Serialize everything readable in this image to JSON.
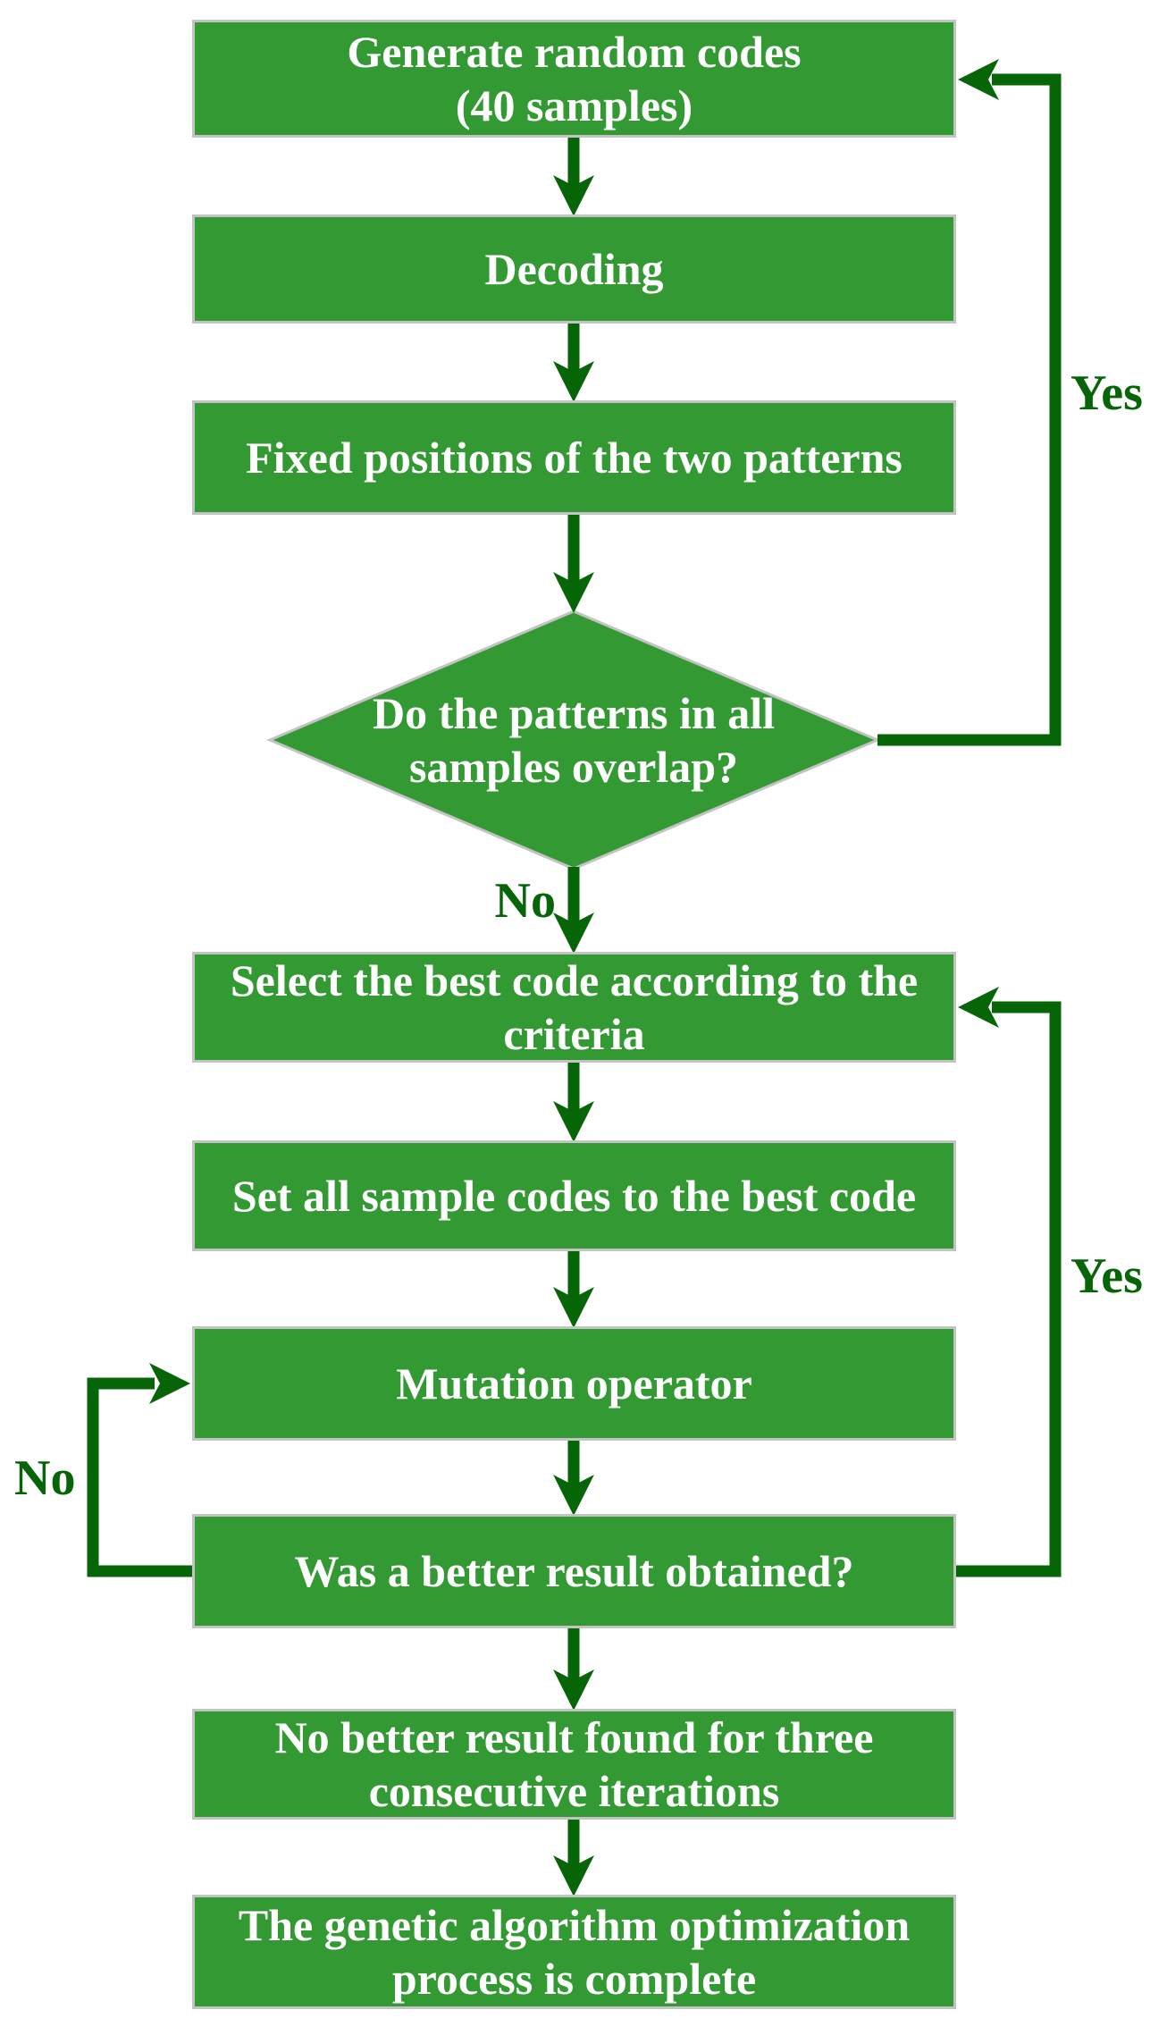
{
  "flowchart": {
    "nodes": [
      {
        "id": "generate",
        "type": "process",
        "lines": [
          "Generate random codes",
          "(40 samples)"
        ]
      },
      {
        "id": "decoding",
        "type": "process",
        "lines": [
          "Decoding"
        ]
      },
      {
        "id": "fixed-positions",
        "type": "process",
        "lines": [
          "Fixed positions of the two patterns"
        ]
      },
      {
        "id": "overlap-decision",
        "type": "decision",
        "lines": [
          "Do the patterns in all",
          "samples overlap?"
        ]
      },
      {
        "id": "select-best",
        "type": "process",
        "lines": [
          "Select the best code according to the",
          "criteria"
        ]
      },
      {
        "id": "set-all",
        "type": "process",
        "lines": [
          "Set all sample codes to the best code"
        ]
      },
      {
        "id": "mutation",
        "type": "process",
        "lines": [
          "Mutation operator"
        ]
      },
      {
        "id": "better-result",
        "type": "process",
        "lines": [
          "Was a better result obtained?"
        ]
      },
      {
        "id": "no-better-three",
        "type": "process",
        "lines": [
          "No better result found for three",
          "consecutive iterations"
        ]
      },
      {
        "id": "complete",
        "type": "process",
        "lines": [
          "The genetic algorithm optimization",
          "process is complete"
        ]
      }
    ],
    "edges": [
      {
        "from": "generate",
        "to": "decoding",
        "label": ""
      },
      {
        "from": "decoding",
        "to": "fixed-positions",
        "label": ""
      },
      {
        "from": "fixed-positions",
        "to": "overlap-decision",
        "label": ""
      },
      {
        "from": "overlap-decision",
        "to": "select-best",
        "label": "No"
      },
      {
        "from": "overlap-decision",
        "to": "generate",
        "label": "Yes"
      },
      {
        "from": "select-best",
        "to": "set-all",
        "label": ""
      },
      {
        "from": "set-all",
        "to": "mutation",
        "label": ""
      },
      {
        "from": "mutation",
        "to": "better-result",
        "label": ""
      },
      {
        "from": "better-result",
        "to": "select-best",
        "label": "Yes"
      },
      {
        "from": "better-result",
        "to": "mutation",
        "label": "No"
      },
      {
        "from": "better-result",
        "to": "no-better-three",
        "label": ""
      },
      {
        "from": "no-better-three",
        "to": "complete",
        "label": ""
      }
    ],
    "colors": {
      "box_fill": "#339933",
      "box_border": "#c3c3c3",
      "arrow_green": "#066506",
      "text_white": "#ffffff",
      "background": "#ffffff"
    }
  }
}
